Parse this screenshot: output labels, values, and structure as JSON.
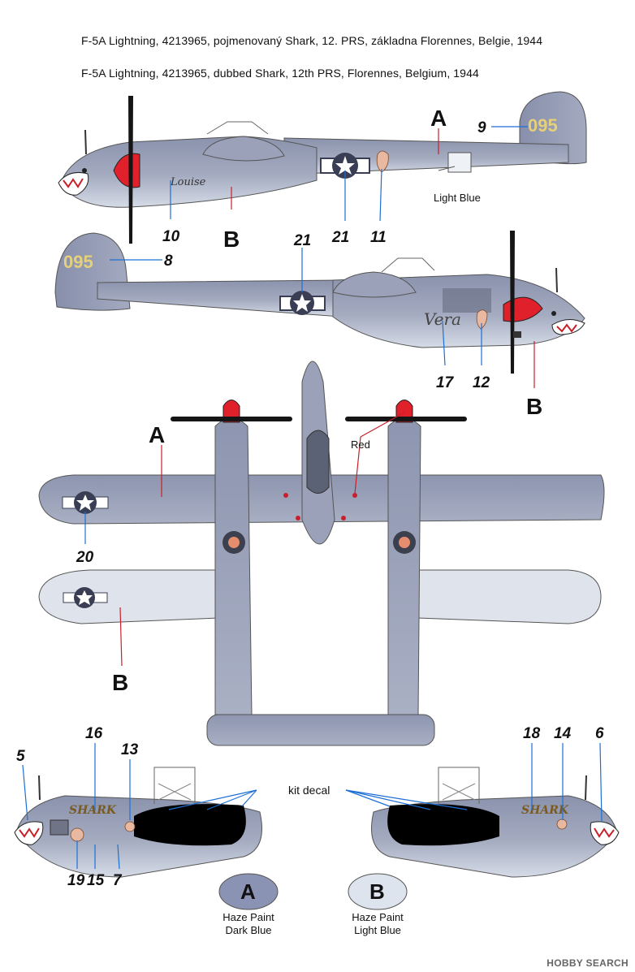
{
  "captions": {
    "czech": "F-5A Lightning, 4213965, pojmenovaný Shark, 12. PRS, základna Florennes, Belgie, 1944",
    "english": "F-5A Lightning, 4213965, dubbed Shark, 12th PRS, Florennes, Belgium, 1944"
  },
  "labels": {
    "A": "A",
    "B": "B",
    "light_blue": "Light Blue",
    "red": "Red",
    "kit_decal": "kit decal",
    "tail_number": "095"
  },
  "nose_art": {
    "louise": "Louise",
    "vera": "Vera",
    "shark": "SHARK"
  },
  "callouts": [
    "9",
    "10",
    "21",
    "11",
    "8",
    "21",
    "17",
    "12",
    "20",
    "5",
    "16",
    "13",
    "18",
    "14",
    "6",
    "19",
    "15",
    "7"
  ],
  "legend": {
    "a_line1": "Haze Paint",
    "a_line2": "Dark Blue",
    "b_line1": "Haze Paint",
    "b_line2": "Light Blue",
    "a_color": "#8a93b3",
    "b_color": "#dde4ee"
  },
  "colors": {
    "dark_haze": "#8f97b0",
    "light_haze": "#d9dfe9",
    "red": "#e0202a",
    "callout_blue": "#1d6fd6",
    "callout_red": "#c8202a"
  },
  "watermark": "HOBBY SEARCH"
}
